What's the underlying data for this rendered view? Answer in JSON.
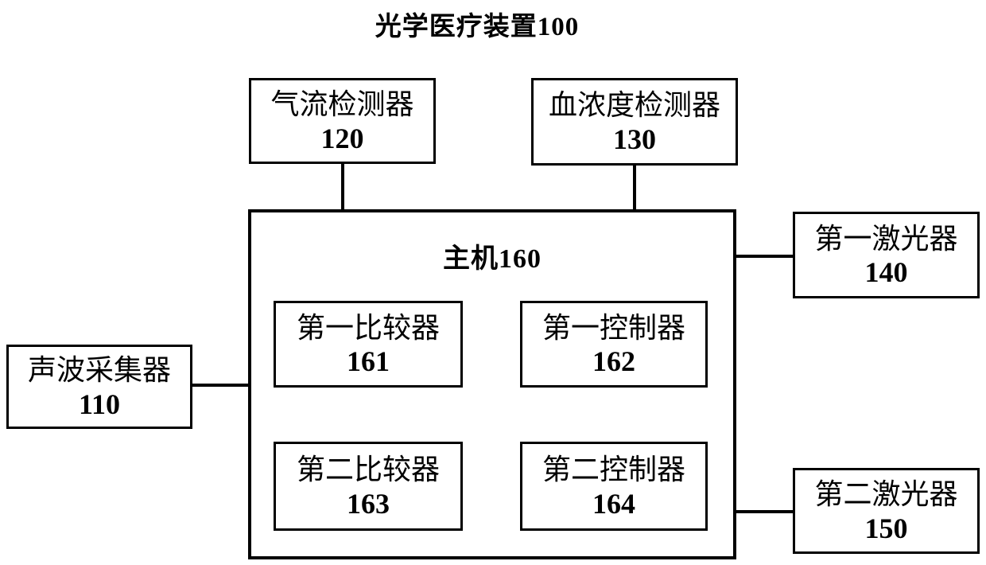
{
  "title": "光学医疗装置100",
  "colors": {
    "line": "#000000",
    "background": "#ffffff",
    "text": "#000000"
  },
  "host_box": {
    "label": "主机160"
  },
  "boxes": {
    "airflow_detector": {
      "label": "气流检测器",
      "number": "120"
    },
    "blood_concentration_detector": {
      "label": "血浓度检测器",
      "number": "130"
    },
    "sound_wave_collector": {
      "label": "声波采集器",
      "number": "110"
    },
    "first_laser": {
      "label": "第一激光器",
      "number": "140"
    },
    "second_laser": {
      "label": "第二激光器",
      "number": "150"
    },
    "first_comparator": {
      "label": "第一比较器",
      "number": "161"
    },
    "first_controller": {
      "label": "第一控制器",
      "number": "162"
    },
    "second_comparator": {
      "label": "第二比较器",
      "number": "163"
    },
    "second_controller": {
      "label": "第二控制器",
      "number": "164"
    }
  },
  "connections": [
    {
      "from": "气流检测器120",
      "to": "主机160",
      "type": "vertical"
    },
    {
      "from": "血浓度检测器130",
      "to": "主机160",
      "type": "vertical"
    },
    {
      "from": "声波采集器110",
      "to": "主机160",
      "type": "horizontal"
    },
    {
      "from": "主机160",
      "to": "第一激光器140",
      "type": "horizontal"
    },
    {
      "from": "主机160",
      "to": "第二激光器150",
      "type": "horizontal"
    }
  ]
}
